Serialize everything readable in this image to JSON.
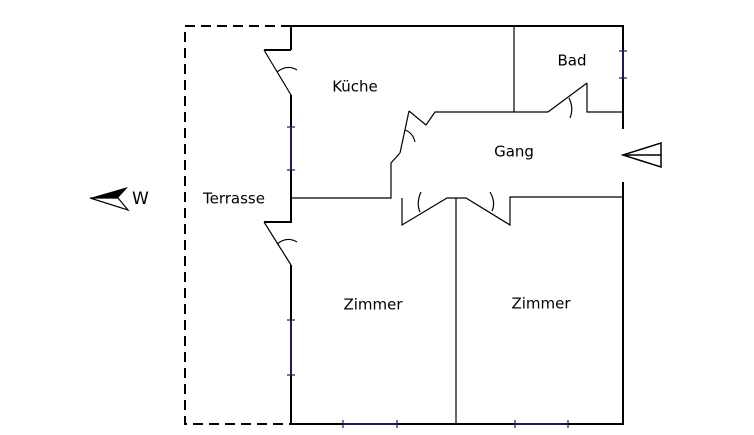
{
  "rooms": {
    "kitchen": "Küche",
    "bath": "Bad",
    "hall": "Gang",
    "terrace": "Terrasse",
    "room_left": "Zimmer",
    "room_right": "Zimmer"
  },
  "compass": {
    "label": "W",
    "icon": "west-arrow-icon"
  },
  "entrance": {
    "icon": "entrance-arrow-icon"
  }
}
